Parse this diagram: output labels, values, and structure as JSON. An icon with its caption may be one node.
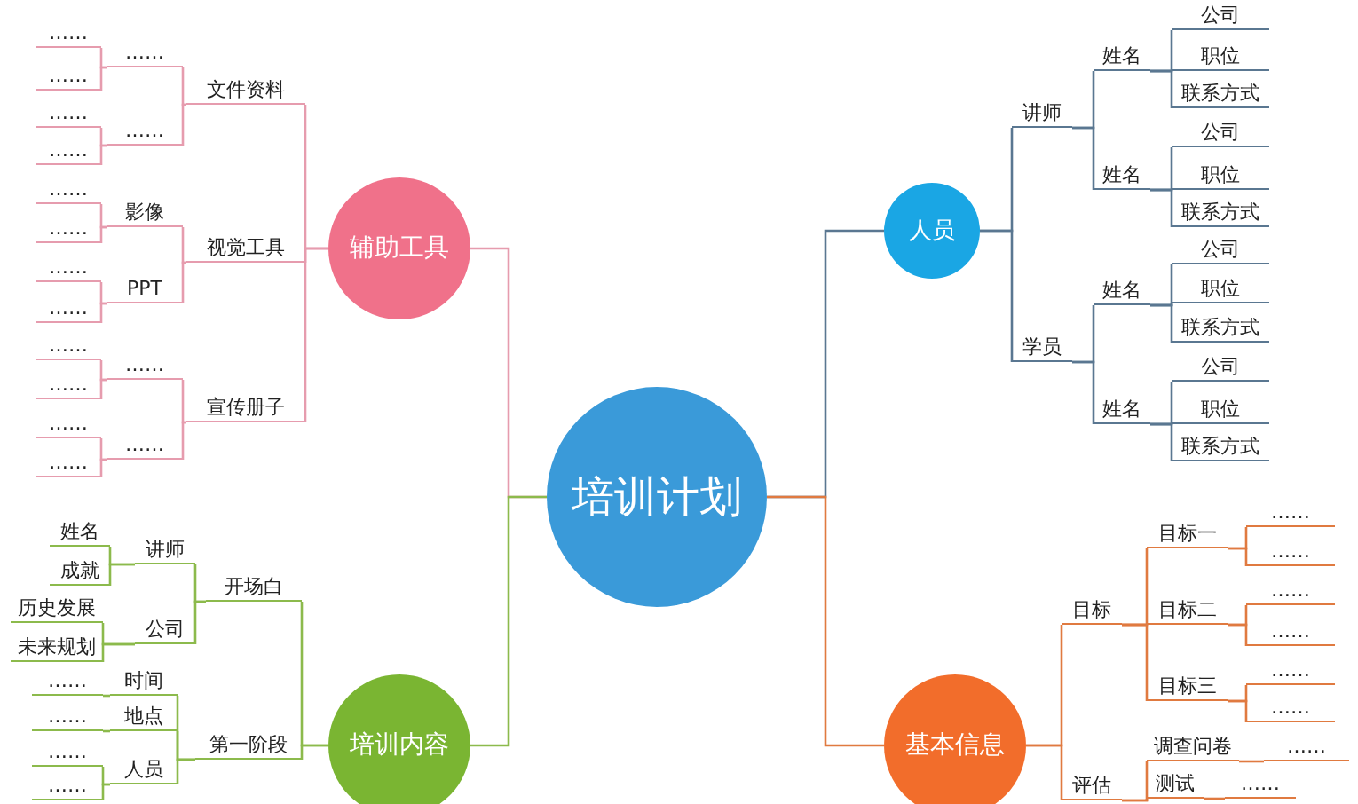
{
  "diagram": {
    "nodes": [
      {
        "text": [
          "培训计划"
        ]
      },
      {
        "text": [
          "辅助工具"
        ]
      },
      {
        "text": [
          "文件资料"
        ]
      },
      {
        "text": [
          "……"
        ]
      },
      {
        "text": [
          "……"
        ]
      },
      {
        "text": [
          "……"
        ]
      },
      {
        "text": [
          "……"
        ]
      },
      {
        "text": [
          "……"
        ]
      },
      {
        "text": [
          "……"
        ]
      },
      {
        "text": [
          "视觉工具"
        ]
      },
      {
        "text": [
          "影像"
        ]
      },
      {
        "text": [
          "……"
        ]
      },
      {
        "text": [
          "……"
        ]
      },
      {
        "text": [
          "PPT"
        ]
      },
      {
        "text": [
          "……"
        ]
      },
      {
        "text": [
          "……"
        ]
      },
      {
        "text": [
          "宣传册子"
        ]
      },
      {
        "text": [
          "……"
        ]
      },
      {
        "text": [
          "……"
        ]
      },
      {
        "text": [
          "……"
        ]
      },
      {
        "text": [
          "……"
        ]
      },
      {
        "text": [
          "……"
        ]
      },
      {
        "text": [
          "……"
        ]
      },
      {
        "text": [
          "培训内容"
        ]
      },
      {
        "text": [
          "开场白"
        ]
      },
      {
        "text": [
          "讲师"
        ]
      },
      {
        "text": [
          "姓名"
        ]
      },
      {
        "text": [
          "成就"
        ]
      },
      {
        "text": [
          "公司"
        ]
      },
      {
        "text": [
          "历史发展"
        ]
      },
      {
        "text": [
          "未来规划"
        ]
      },
      {
        "text": [
          "第一阶段"
        ]
      },
      {
        "text": [
          "时间"
        ]
      },
      {
        "text": [
          "……"
        ]
      },
      {
        "text": [
          "地点"
        ]
      },
      {
        "text": [
          "……"
        ]
      },
      {
        "text": [
          "人员"
        ]
      },
      {
        "text": [
          "……"
        ]
      },
      {
        "text": [
          "……"
        ]
      },
      {
        "text": [
          "人员"
        ]
      },
      {
        "text": [
          "讲师"
        ]
      },
      {
        "text": [
          "姓名"
        ]
      },
      {
        "text": [
          "公司"
        ]
      },
      {
        "text": [
          "职位"
        ]
      },
      {
        "text": [
          "联系方式"
        ]
      },
      {
        "text": [
          "姓名"
        ]
      },
      {
        "text": [
          "公司"
        ]
      },
      {
        "text": [
          "职位"
        ]
      },
      {
        "text": [
          "联系方式"
        ]
      },
      {
        "text": [
          "学员"
        ]
      },
      {
        "text": [
          "姓名"
        ]
      },
      {
        "text": [
          "公司"
        ]
      },
      {
        "text": [
          "职位"
        ]
      },
      {
        "text": [
          "联系方式"
        ]
      },
      {
        "text": [
          "姓名"
        ]
      },
      {
        "text": [
          "公司"
        ]
      },
      {
        "text": [
          "职位"
        ]
      },
      {
        "text": [
          "联系方式"
        ]
      },
      {
        "text": [
          "基本信息"
        ]
      },
      {
        "text": [
          "目标"
        ]
      },
      {
        "text": [
          "目标一"
        ]
      },
      {
        "text": [
          "……"
        ]
      },
      {
        "text": [
          "……"
        ]
      },
      {
        "text": [
          "目标二"
        ]
      },
      {
        "text": [
          "……"
        ]
      },
      {
        "text": [
          "……"
        ]
      },
      {
        "text": [
          "目标三"
        ]
      },
      {
        "text": [
          "……"
        ]
      },
      {
        "text": [
          "……"
        ]
      },
      {
        "text": [
          "评估"
        ]
      },
      {
        "text": [
          "调查问卷"
        ]
      },
      {
        "text": [
          "……"
        ]
      },
      {
        "text": [
          "测试"
        ]
      },
      {
        "text": [
          "……"
        ]
      }
    ],
    "edges": [
      {
        "from": 0,
        "to": 1,
        "arrow": "none"
      },
      {
        "from": 1,
        "to": 2,
        "arrow": "none"
      },
      {
        "from": 2,
        "to": 3,
        "arrow": "none"
      },
      {
        "from": 3,
        "to": 4,
        "arrow": "none"
      },
      {
        "from": 3,
        "to": 5,
        "arrow": "none"
      },
      {
        "from": 2,
        "to": 6,
        "arrow": "none"
      },
      {
        "from": 6,
        "to": 7,
        "arrow": "none"
      },
      {
        "from": 6,
        "to": 8,
        "arrow": "none"
      },
      {
        "from": 1,
        "to": 9,
        "arrow": "none"
      },
      {
        "from": 9,
        "to": 10,
        "arrow": "none"
      },
      {
        "from": 10,
        "to": 11,
        "arrow": "none"
      },
      {
        "from": 10,
        "to": 12,
        "arrow": "none"
      },
      {
        "from": 9,
        "to": 13,
        "arrow": "none"
      },
      {
        "from": 13,
        "to": 14,
        "arrow": "none"
      },
      {
        "from": 13,
        "to": 15,
        "arrow": "none"
      },
      {
        "from": 1,
        "to": 16,
        "arrow": "none"
      },
      {
        "from": 16,
        "to": 17,
        "arrow": "none"
      },
      {
        "from": 17,
        "to": 18,
        "arrow": "none"
      },
      {
        "from": 17,
        "to": 19,
        "arrow": "none"
      },
      {
        "from": 16,
        "to": 20,
        "arrow": "none"
      },
      {
        "from": 20,
        "to": 21,
        "arrow": "none"
      },
      {
        "from": 20,
        "to": 22,
        "arrow": "none"
      },
      {
        "from": 0,
        "to": 23,
        "arrow": "none",
        "color": "#8cba4c"
      },
      {
        "from": 23,
        "to": 24,
        "arrow": "none",
        "color": "#8cba4c"
      },
      {
        "from": 24,
        "to": 25,
        "arrow": "none",
        "color": "#8cba4c"
      },
      {
        "from": 25,
        "to": 26,
        "arrow": "none",
        "color": "#8cba4c"
      },
      {
        "from": 25,
        "to": 27,
        "arrow": "none",
        "color": "#8cba4c"
      },
      {
        "from": 24,
        "to": 28,
        "arrow": "none",
        "color": "#8cba4c"
      },
      {
        "from": 28,
        "to": 29,
        "arrow": "none",
        "color": "#8cba4c"
      },
      {
        "from": 28,
        "to": 30,
        "arrow": "none",
        "color": "#8cba4c"
      },
      {
        "from": 23,
        "to": 31,
        "arrow": "none",
        "color": "#8cba4c"
      },
      {
        "from": 31,
        "to": 32,
        "arrow": "none",
        "color": "#8cba4c"
      },
      {
        "from": 32,
        "to": 33,
        "arrow": "none",
        "color": "#8cba4c"
      },
      {
        "from": 31,
        "to": 34,
        "arrow": "none",
        "color": "#8cba4c"
      },
      {
        "from": 34,
        "to": 35,
        "arrow": "none",
        "color": "#8cba4c"
      },
      {
        "from": 31,
        "to": 36,
        "arrow": "none",
        "color": "#8cba4c"
      },
      {
        "from": 36,
        "to": 37,
        "arrow": "none",
        "color": "#8cba4c"
      },
      {
        "from": 36,
        "to": 38,
        "arrow": "none",
        "color": "#8cba4c"
      },
      {
        "from": 0,
        "to": 39,
        "arrow": "none",
        "color": "#5a7791"
      },
      {
        "from": 39,
        "to": 40,
        "arrow": "none",
        "color": "#5a7791"
      },
      {
        "from": 40,
        "to": 41,
        "arrow": "none",
        "color": "#5a7791"
      },
      {
        "from": 41,
        "to": 42,
        "arrow": "none",
        "color": "#5a7791"
      },
      {
        "from": 41,
        "to": 43,
        "arrow": "none",
        "color": "#5a7791"
      },
      {
        "from": 41,
        "to": 44,
        "arrow": "none",
        "color": "#5a7791"
      },
      {
        "from": 40,
        "to": 45,
        "arrow": "none",
        "color": "#5a7791"
      },
      {
        "from": 45,
        "to": 46,
        "arrow": "none",
        "color": "#5a7791"
      },
      {
        "from": 45,
        "to": 47,
        "arrow": "none",
        "color": "#5a7791"
      },
      {
        "from": 45,
        "to": 48,
        "arrow": "none",
        "color": "#5a7791"
      },
      {
        "from": 39,
        "to": 49,
        "arrow": "none",
        "color": "#5a7791"
      },
      {
        "from": 49,
        "to": 50,
        "arrow": "none",
        "color": "#5a7791"
      },
      {
        "from": 50,
        "to": 51,
        "arrow": "none",
        "color": "#5a7791"
      },
      {
        "from": 50,
        "to": 52,
        "arrow": "none",
        "color": "#5a7791"
      },
      {
        "from": 50,
        "to": 53,
        "arrow": "none",
        "color": "#5a7791"
      },
      {
        "from": 49,
        "to": 54,
        "arrow": "none",
        "color": "#5a7791"
      },
      {
        "from": 54,
        "to": 55,
        "arrow": "none",
        "color": "#5a7791"
      },
      {
        "from": 54,
        "to": 56,
        "arrow": "none",
        "color": "#5a7791"
      },
      {
        "from": 54,
        "to": 57,
        "arrow": "none",
        "color": "#5a7791"
      },
      {
        "from": 0,
        "to": 58,
        "arrow": "none",
        "color": "#e07a40"
      },
      {
        "from": 58,
        "to": 59,
        "arrow": "none",
        "color": "#e07a40"
      },
      {
        "from": 59,
        "to": 60,
        "arrow": "none",
        "color": "#e07a40"
      },
      {
        "from": 60,
        "to": 61,
        "arrow": "none",
        "color": "#e07a40"
      },
      {
        "from": 60,
        "to": 62,
        "arrow": "none",
        "color": "#e07a40"
      },
      {
        "from": 59,
        "to": 63,
        "arrow": "none",
        "color": "#e07a40"
      },
      {
        "from": 63,
        "to": 64,
        "arrow": "none",
        "color": "#e07a40"
      },
      {
        "from": 63,
        "to": 65,
        "arrow": "none",
        "color": "#e07a40"
      },
      {
        "from": 59,
        "to": 66,
        "arrow": "none",
        "color": "#e07a40"
      },
      {
        "from": 66,
        "to": 67,
        "arrow": "none",
        "color": "#e07a40"
      },
      {
        "from": 66,
        "to": 68,
        "arrow": "none",
        "color": "#e07a40"
      },
      {
        "from": 58,
        "to": 69,
        "arrow": "none",
        "color": "#e07a40"
      },
      {
        "from": 69,
        "to": 70,
        "arrow": "none",
        "color": "#e07a40"
      },
      {
        "from": 70,
        "to": 71,
        "arrow": "none",
        "color": "#e07a40"
      },
      {
        "from": 69,
        "to": 72,
        "arrow": "none",
        "color": "#e07a40"
      },
      {
        "from": 72,
        "to": 73,
        "arrow": "none",
        "color": "#e07a40"
      }
    ]
  }
}
